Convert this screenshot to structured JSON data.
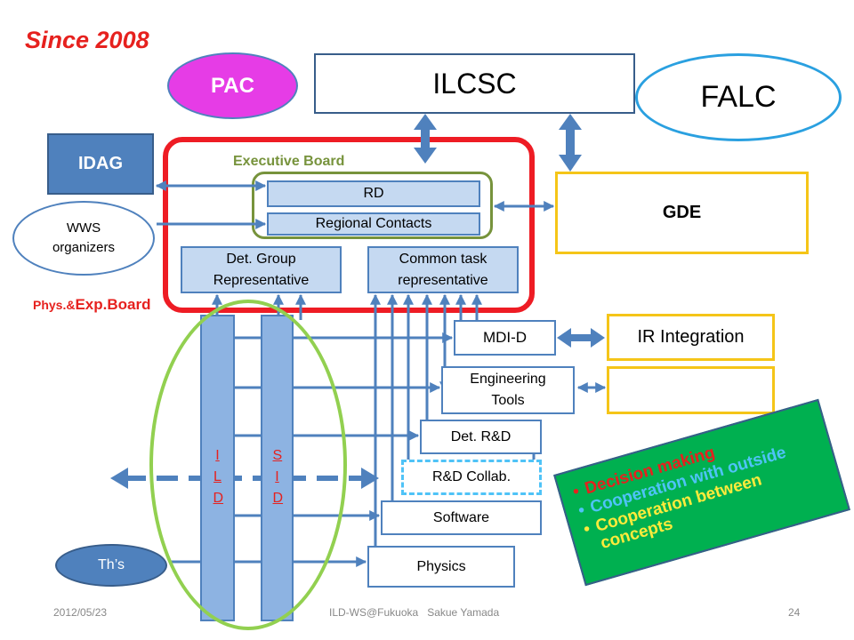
{
  "title": "Since 2008",
  "nodes": {
    "pac": "PAC",
    "ilcsc": "ILCSC",
    "falc": "FALC",
    "idag": "IDAG",
    "wws": "WWS organizers",
    "executive_board": "Executive Board",
    "rd": "RD",
    "regional_contacts": "Regional Contacts",
    "gde": "GDE",
    "det_group": "Det. Group Representative",
    "common_task": "Common task representative",
    "phys_board_prefix": "Phys.&",
    "phys_board_suffix": "Exp.Board",
    "ild": "I L D",
    "sid": "S I D",
    "mdi": "MDI-D",
    "ir_integration": "IR Integration",
    "engineering_tools": "Engineering Tools",
    "det_rd": "Det. R&D",
    "rd_collab": "R&D Collab.",
    "software": "Software",
    "physics": "Physics",
    "ths": "Th’s"
  },
  "callout": {
    "items": [
      "Decision making",
      "Cooperation with outside",
      "Cooperation between concepts"
    ],
    "colors": [
      "#e6211e",
      "#4fc3f7",
      "#ffeb3b"
    ]
  },
  "footer": {
    "date": "2012/05/23",
    "event": "ILD-WS@Fukuoka   Sakue Yamada",
    "page": "24"
  },
  "colors": {
    "blue_fill": "#4f81bd",
    "light_blue": "#c5d9f1",
    "pac_magenta": "#e63ce6",
    "red_frame": "#ee1c24",
    "olive": "#77933c",
    "gold": "#f5c518",
    "green": "#92d050",
    "callout_green": "#00b050"
  }
}
